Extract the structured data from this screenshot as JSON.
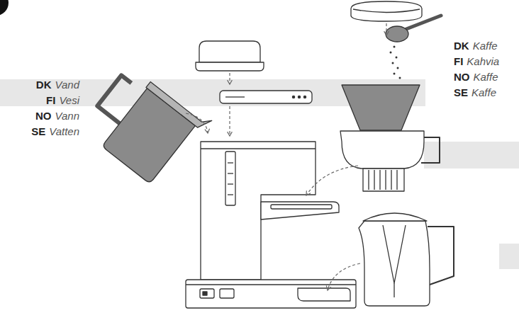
{
  "diagram": {
    "labels": [
      "DK",
      "Vand",
      "FI",
      "Vesi",
      "NO",
      "Vann",
      "SE",
      "Vatten",
      "DK",
      "Kaffe",
      "FI",
      "Kahvia",
      "NO",
      "Kaffe",
      "SE",
      "Kaffe"
    ]
  }
}
